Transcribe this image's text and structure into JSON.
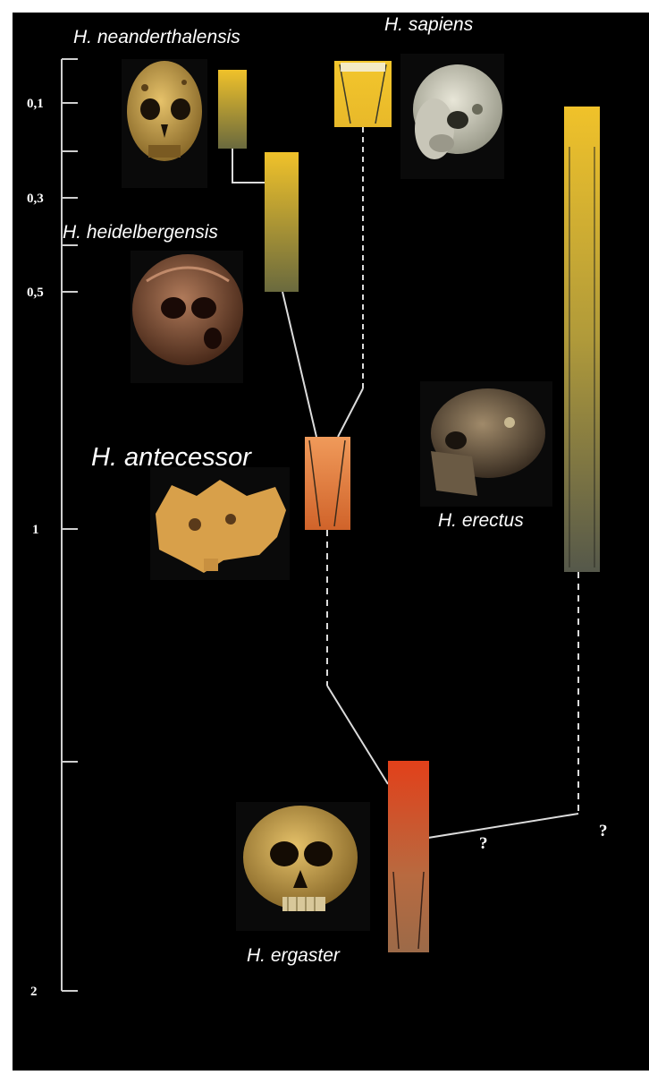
{
  "time_axis": {
    "ticks": [
      {
        "label": "0,1",
        "value": 0.1
      },
      {
        "label": "0,3",
        "value": 0.3
      },
      {
        "label": "0,5",
        "value": 0.5
      },
      {
        "label": "1",
        "value": 1
      },
      {
        "label": "2",
        "value": 2
      }
    ]
  },
  "species": {
    "neanderthalensis": {
      "label": "H. neanderthalensis"
    },
    "sapiens": {
      "label": "H. sapiens"
    },
    "heidelbergensis": {
      "label": "H. heidelbergensis"
    },
    "antecessor": {
      "label": "H. antecessor"
    },
    "erectus": {
      "label": "H. erectus"
    },
    "ergaster": {
      "label": "H. ergaster"
    }
  },
  "uncertain_marks": {
    "left": "?",
    "right": "?"
  },
  "colors": {
    "background": "#000000",
    "yellow": "#e6b92a",
    "olive": "#6f6e3c",
    "orange": "#e07a3a",
    "red_orange": "#d9421a",
    "brown": "#8a5c3a",
    "line": "#e0e0e0"
  }
}
